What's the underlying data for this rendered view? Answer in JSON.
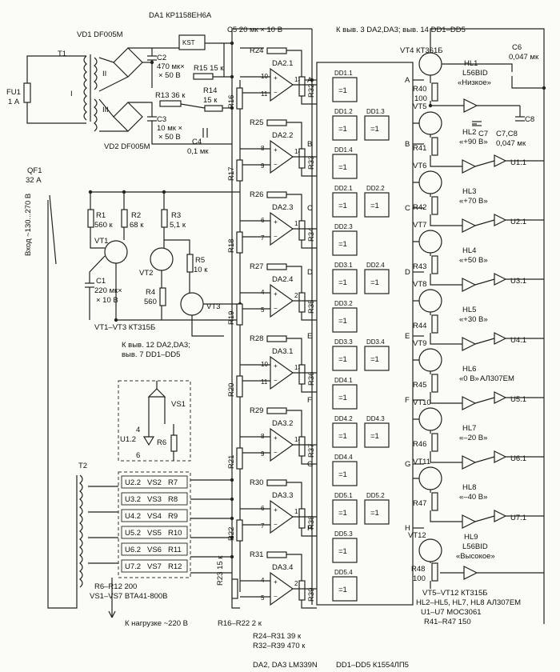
{
  "top": {
    "vd1": "VD1 DF005M",
    "da1": "DA1 КР1158ЕН6А",
    "kst": "KST",
    "c5": "C5 20 мк × 10 В",
    "bus_top": "К выв. 3 DA2,DA3; выв. 14 DD1–DD5",
    "c6": "C6",
    "c6v": "0,047 мк"
  },
  "power": {
    "t1": "T1",
    "fu1": "FU1",
    "fu1v": "1 А",
    "w1": "I",
    "w2": "II",
    "w3": "III",
    "c2": "C2",
    "c2v": "470 мк×",
    "c2v2": "× 50 В",
    "r15": "R15 15 к",
    "r13": "R13 36 к",
    "r14": "R14",
    "r14v": "15 к",
    "c3": "C3",
    "c3v": "10 мк ×",
    "c3v2": "× 50 В",
    "c4": "C4",
    "c4v": "0,1 мк",
    "vd2": "VD2 DF005M",
    "qf1": "QF1",
    "qf1v": "32 А",
    "input": "Вход ~130...270 В"
  },
  "stab": {
    "r1": "R1",
    "r1v": "560 к",
    "r2": "R2",
    "r2v": "68 к",
    "r3": "R3",
    "r3v": "5,1 к",
    "vt1": "VT1",
    "vt2": "VT2",
    "vt3": "VT3",
    "r5": "R5",
    "r5v": "10 к",
    "c1": "C1",
    "c1v": "220 мк×",
    "c1v2": "× 10 В",
    "r4": "R4",
    "r4v": "560",
    "type": "VT1–VT3 КТ315Б",
    "bus_bot": "К выв. 12 DA2,DA3;",
    "bus_bot2": "выв. 7 DD1–DD5"
  },
  "opto": {
    "vs1": "VS1",
    "u12": "U1.2",
    "r6": "R6",
    "p4": "4",
    "p6": "6"
  },
  "t2": {
    "label": "T2",
    "rows": [
      {
        "u": "U2.2",
        "vs": "VS2",
        "r": "R7"
      },
      {
        "u": "U3.2",
        "vs": "VS3",
        "r": "R8"
      },
      {
        "u": "U4.2",
        "vs": "VS4",
        "r": "R9"
      },
      {
        "u": "U5.2",
        "vs": "VS5",
        "r": "R10"
      },
      {
        "u": "U6.2",
        "vs": "VS6",
        "r": "R11"
      },
      {
        "u": "U7.2",
        "vs": "VS7",
        "r": "R12"
      }
    ],
    "note1": "R6–R12 200",
    "note2": "VS1–VS7 BTA41-800B",
    "load": "К нагрузке ~220 В"
  },
  "comparators": {
    "items": [
      {
        "ra": "R24",
        "da": "DA2.1",
        "rb": "R32",
        "p1": "10",
        "p2": "11",
        "p3": "13"
      },
      {
        "ra": "R25",
        "da": "DA2.2",
        "rb": "R33",
        "p1": "8",
        "p2": "9",
        "p3": "14"
      },
      {
        "ra": "R26",
        "da": "DA2.3",
        "rb": "R34",
        "p1": "6",
        "p2": "7",
        "p3": "1"
      },
      {
        "ra": "R27",
        "da": "DA2.4",
        "rb": "R35",
        "p1": "4",
        "p2": "5",
        "p3": "2"
      },
      {
        "ra": "R28",
        "da": "DA3.1",
        "rb": "R36",
        "p1": "10",
        "p2": "11",
        "p3": "13"
      },
      {
        "ra": "R29",
        "da": "DA3.2",
        "rb": "R37",
        "p1": "8",
        "p2": "9",
        "p3": "14"
      },
      {
        "ra": "R30",
        "da": "DA3.3",
        "rb": "R38",
        "p1": "6",
        "p2": "7",
        "p3": "1"
      },
      {
        "ra": "R31",
        "da": "DA3.4",
        "rb": "R39",
        "p1": "4",
        "p2": "5",
        "p3": "2"
      }
    ],
    "divider": [
      "R16",
      "R17",
      "R18",
      "R19",
      "R20",
      "R21",
      "R22"
    ],
    "r23": "R23 15 к",
    "note1": "R16–R22 2 к",
    "note2": "R24–R31 39 к",
    "note3": "R32–R39 470 к",
    "note4": "DA2, DA3 LM339N"
  },
  "logic": {
    "gates": [
      "DD1.1",
      "DD1.2",
      "DD1.3",
      "DD1.4",
      "DD2.1",
      "DD2.2",
      "DD2.3",
      "DD3.1",
      "DD2.4",
      "DD3.2",
      "DD3.3",
      "DD3.4",
      "DD4.1",
      "DD4.2",
      "DD4.3",
      "DD4.4",
      "DD5.1",
      "DD5.2",
      "DD5.3",
      "DD5.4"
    ],
    "sym": "=1",
    "bus_letters_l": [
      "A",
      "B",
      "C",
      "D",
      "E",
      "F",
      "G",
      "H"
    ],
    "note": "DD1–DD5 К1554ЛП5"
  },
  "drivers": {
    "vt4": "VT4 КТ361Б",
    "r40": "R40",
    "r40v": "100",
    "hl1": "HL1",
    "hl1t": "L56BID",
    "hl1n": "«Низкое»",
    "c7": "C7",
    "c8": "C8",
    "c78": "C7,C8",
    "c78v": "0,047 мк",
    "stages": [
      {
        "vt": "VT5",
        "r": "R41",
        "hl": "HL2",
        "hn": "«+90 В»",
        "u": "U1.1"
      },
      {
        "vt": "VT6",
        "r": "R42",
        "hl": "HL3",
        "hn": "«+70 В»",
        "u": "U2.1"
      },
      {
        "vt": "VT7",
        "r": "R43",
        "hl": "HL4",
        "hn": "«+50 В»",
        "u": "U3.1"
      },
      {
        "vt": "VT8",
        "r": "R44",
        "hl": "HL5",
        "hn": "«+30 В»",
        "u": "U4.1"
      },
      {
        "vt": "VT9",
        "r": "R45",
        "hl": "HL6",
        "hn": "«0 В»",
        "u": "U5.1"
      },
      {
        "vt": "VT10",
        "r": "R46",
        "hl": "HL7",
        "hn": "«–20 В»",
        "u": "U6.1"
      },
      {
        "vt": "VT11",
        "r": "R47",
        "hl": "HL8",
        "hn": "«–40 В»",
        "u": "U7.1"
      }
    ],
    "hl6t": "АЛ307ЕМ",
    "vt12": "VT12",
    "r48": "R48",
    "r48v": "100",
    "hl9": "HL9",
    "hl9t": "L56BID",
    "hl9n": "«Высокое»",
    "note1": "VT5–VT12 КТ315Б",
    "note2": "HL2–HL5, HL7, HL8 АЛ307ЕМ",
    "note3": "U1–U7 MOC3061",
    "note4": "R41–R47 150"
  }
}
